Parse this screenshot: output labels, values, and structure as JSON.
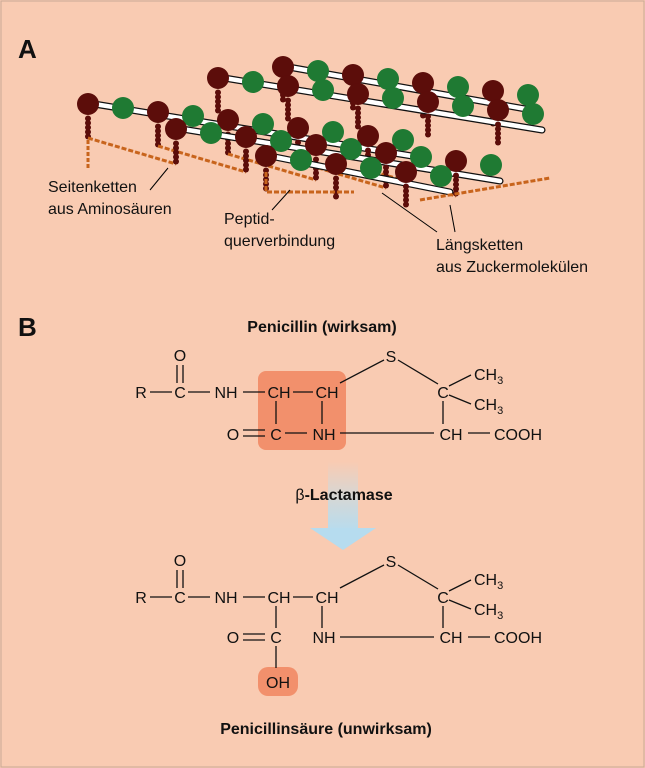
{
  "panel_a": {
    "letter": "A",
    "labels": {
      "side_chains_1": "Seitenketten",
      "side_chains_2": "aus Aminosäuren",
      "peptide_1": "Peptid-",
      "peptide_2": "querverbindung",
      "long_chains_1": "Längsketten",
      "long_chains_2": "aus Zuckermolekülen"
    }
  },
  "panel_b": {
    "letter": "B",
    "top_title": "Penicillin (wirksam)",
    "enzyme_beta": "β",
    "enzyme_name": "-Lactamase",
    "bottom_title": "Penicillinsäure (unwirksam)",
    "atoms": {
      "R": "R",
      "C": "C",
      "O": "O",
      "S": "S",
      "NH": "NH",
      "CH": "CH",
      "CH3": "CH",
      "sub3": "3",
      "COOH": "COOH",
      "OH": "OH"
    }
  },
  "colors": {
    "background": "#f9cbb2",
    "highlight": "#f2906c",
    "arrow": "#b9dcef",
    "sugar_dark": "#5c0d0a",
    "sugar_green": "#1f7a33",
    "peptide": "#c8641c"
  }
}
